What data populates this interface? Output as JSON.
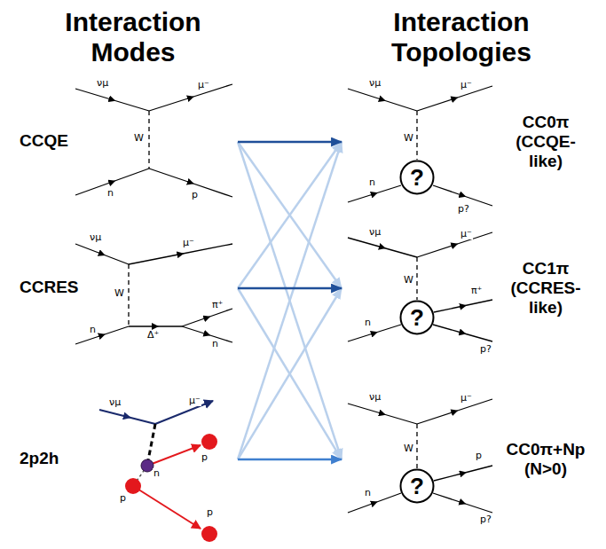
{
  "diagram": {
    "nodes": [
      {
        "text": [
          "CCQE",
          "νμ",
          "μ⁻",
          "W",
          "n",
          "p"
        ]
      },
      {
        "text": [
          "CCRES",
          "νμ",
          "μ⁻",
          "W",
          "n",
          "Δ⁺",
          "π⁺",
          "n"
        ]
      },
      {
        "text": [
          "2p2h",
          "νμ",
          "μ⁻",
          "n",
          "p",
          "p",
          "p"
        ]
      },
      {
        "text": [
          "CC0π (CCQE- like)",
          "νμ",
          "μ⁻",
          "W",
          "n",
          "p?"
        ]
      },
      {
        "text": [
          "?"
        ],
        "in": 3
      },
      {
        "text": [
          "CC1π (CCRES- like)",
          "νμ",
          "μ⁻",
          "W",
          "n",
          "π⁺",
          "p?"
        ]
      },
      {
        "text": [
          "?"
        ],
        "in": 5
      },
      {
        "text": [
          "CC0π+Np (N>0)",
          "νμ",
          "μ⁻",
          "W",
          "n",
          "p",
          "p?"
        ]
      },
      {
        "text": [
          "?"
        ],
        "in": 7
      }
    ],
    "edges": [
      {
        "from": 0,
        "to": 3,
        "arrow": "to"
      },
      {
        "from": 0,
        "to": 5,
        "arrow": "to"
      },
      {
        "from": 0,
        "to": 7,
        "arrow": "to"
      },
      {
        "from": 1,
        "to": 3,
        "arrow": "to"
      },
      {
        "from": 1,
        "to": 5,
        "arrow": "to"
      },
      {
        "from": 1,
        "to": 7,
        "arrow": "to"
      },
      {
        "from": 2,
        "to": 3,
        "arrow": "to"
      },
      {
        "from": 2,
        "to": 5,
        "arrow": "to"
      },
      {
        "from": 2,
        "to": 7,
        "arrow": "to"
      }
    ],
    "labels": [
      "Interaction Modes",
      "Interaction Topologies"
    ]
  }
}
